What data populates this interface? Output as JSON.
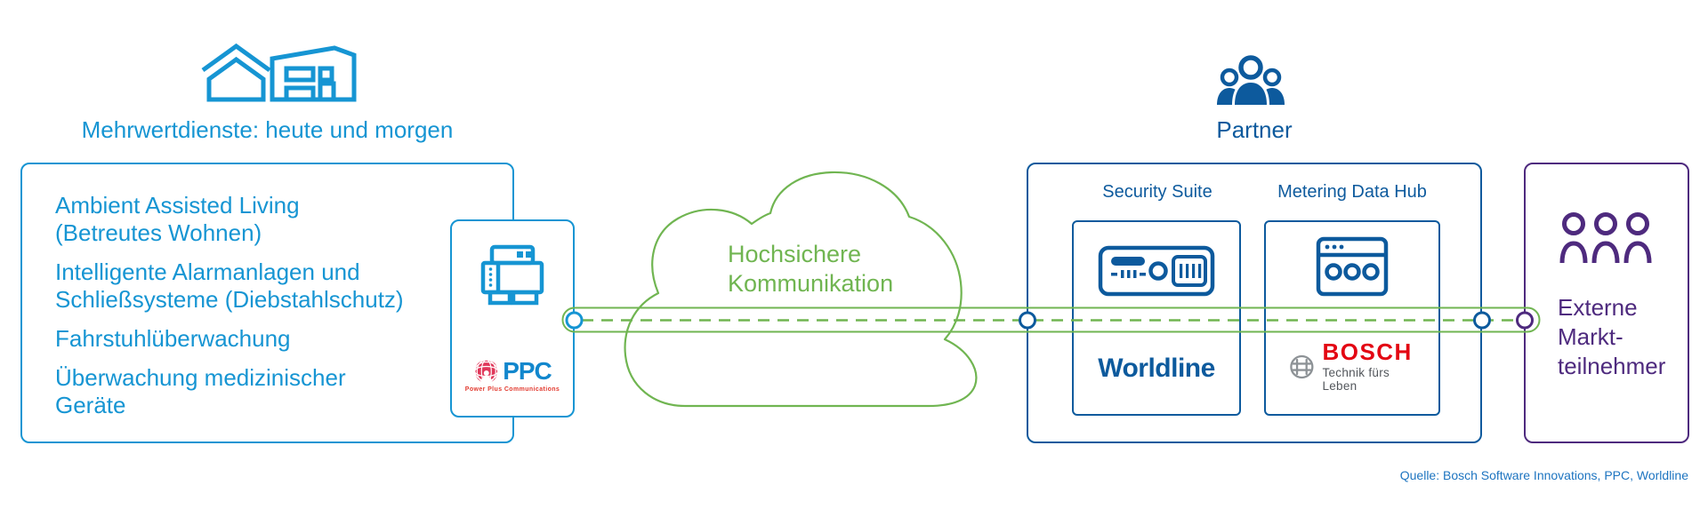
{
  "colors": {
    "light_blue": "#1695d3",
    "dark_blue": "#0d5a9d",
    "green": "#70b551",
    "purple": "#4e2a7e",
    "bosch_red": "#e30613",
    "ppc_red": "#e23b30",
    "armature_gray": "#8d9296",
    "source_blue": "#1d74c0"
  },
  "left": {
    "title": "Mehrwertdienste: heute und morgen",
    "services": [
      {
        "line1": "Ambient Assisted Living",
        "line2": "(Betreutes Wohnen)"
      },
      {
        "line1": "Intelligente Alarmanlagen und",
        "line2": "Schließsysteme (Diebstahlschutz)"
      },
      {
        "line1": "Fahrstuhlüberwachung",
        "line2": ""
      },
      {
        "line1": "Überwachung medizinischer",
        "line2": "Geräte"
      }
    ]
  },
  "ppc": {
    "brand": "PPC",
    "brand_sub": "Power Plus Communications"
  },
  "cloud": {
    "line1": "Hochsichere",
    "line2": "Kommunikation"
  },
  "partner": {
    "title": "Partner",
    "security_label": "Security Suite",
    "metering_label": "Metering Data Hub",
    "worldline_brand": "Worldline",
    "bosch_brand": "BOSCH",
    "bosch_sub": "Technik fürs Leben"
  },
  "external": {
    "line1": "Externe",
    "line2": "Markt-",
    "line3": "teilnehmer"
  },
  "source": {
    "text": "Quelle: Bosch Software Innovations, PPC, Worldline"
  }
}
